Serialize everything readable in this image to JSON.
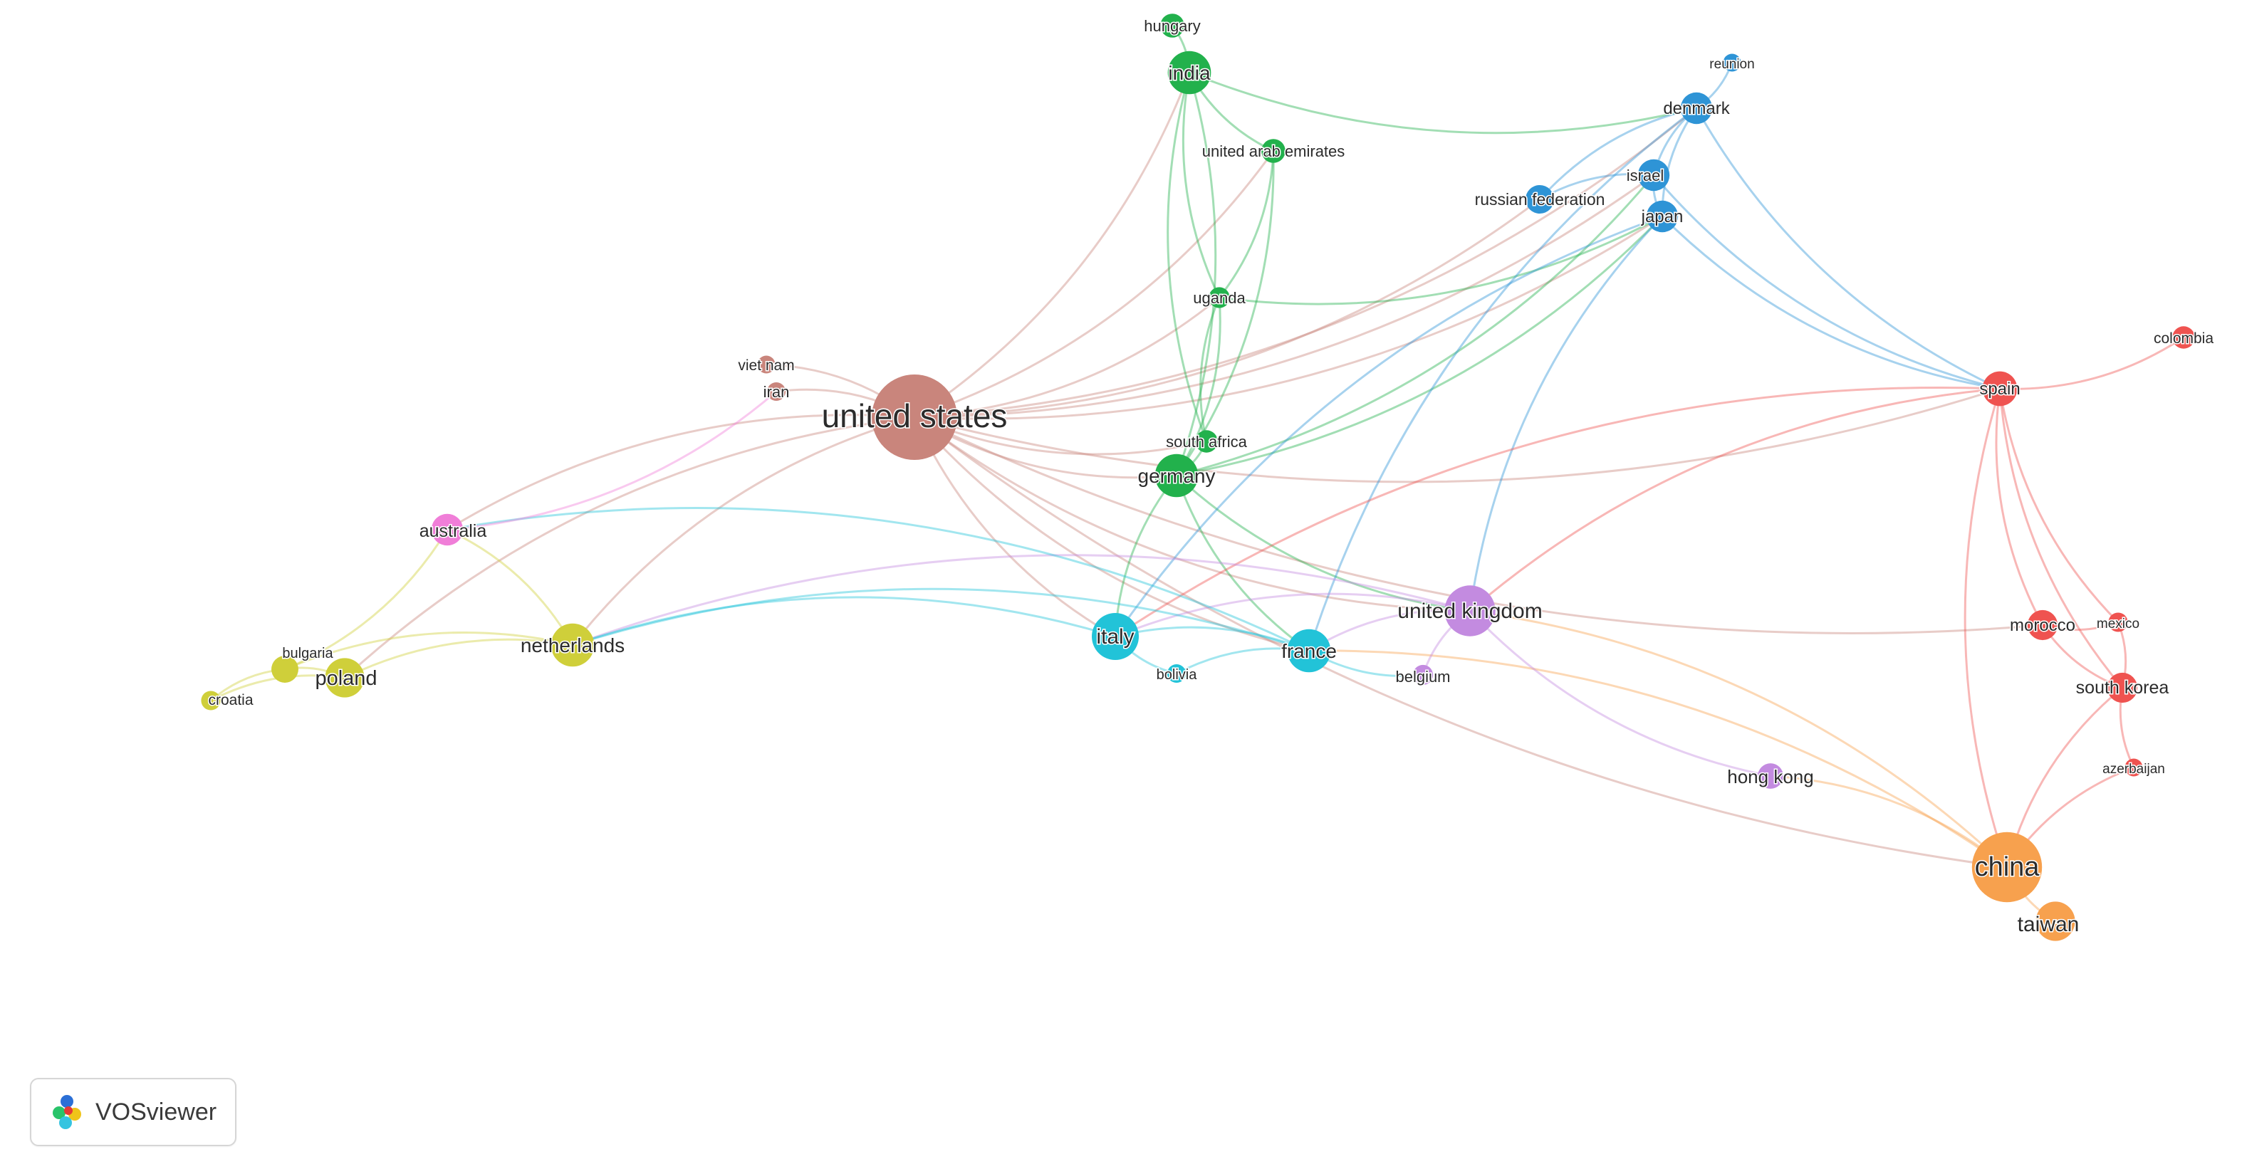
{
  "diagram": {
    "type": "co-authorship-network",
    "nodes": [
      {
        "id": "united-states",
        "label": "united states",
        "cluster": "brown",
        "weight": 10
      },
      {
        "id": "china",
        "label": "china",
        "cluster": "orange",
        "weight": 8
      },
      {
        "id": "taiwan",
        "label": "taiwan",
        "cluster": "orange",
        "weight": 4
      },
      {
        "id": "united-kingdom",
        "label": "united kingdom",
        "cluster": "purple",
        "weight": 5.5
      },
      {
        "id": "hong-kong",
        "label": "hong kong",
        "cluster": "purple",
        "weight": 2.2
      },
      {
        "id": "belgium",
        "label": "belgium",
        "cluster": "purple",
        "weight": 1.5
      },
      {
        "id": "italy",
        "label": "italy",
        "cluster": "cyan",
        "weight": 5
      },
      {
        "id": "france",
        "label": "france",
        "cluster": "cyan",
        "weight": 4.5
      },
      {
        "id": "bolivia",
        "label": "bolivia",
        "cluster": "cyan",
        "weight": 1.3
      },
      {
        "id": "germany",
        "label": "germany",
        "cluster": "green",
        "weight": 4.5
      },
      {
        "id": "south-africa",
        "label": "south africa",
        "cluster": "green",
        "weight": 1.8
      },
      {
        "id": "india",
        "label": "india",
        "cluster": "green",
        "weight": 4.5
      },
      {
        "id": "hungary",
        "label": "hungary",
        "cluster": "green",
        "weight": 2
      },
      {
        "id": "uae",
        "label": "united arab emirates",
        "cluster": "green",
        "weight": 2
      },
      {
        "id": "uganda",
        "label": "uganda",
        "cluster": "green",
        "weight": 1.6
      },
      {
        "id": "denmark",
        "label": "denmark",
        "cluster": "blue",
        "weight": 3
      },
      {
        "id": "reunion",
        "label": "reunion",
        "cluster": "blue",
        "weight": 1.2
      },
      {
        "id": "israel",
        "label": "israel",
        "cluster": "blue",
        "weight": 3
      },
      {
        "id": "japan",
        "label": "japan",
        "cluster": "blue",
        "weight": 3
      },
      {
        "id": "russia",
        "label": "russian federation",
        "cluster": "blue",
        "weight": 2.6
      },
      {
        "id": "spain",
        "label": "spain",
        "cluster": "red",
        "weight": 3.4
      },
      {
        "id": "colombia",
        "label": "colombia",
        "cluster": "red",
        "weight": 1.8
      },
      {
        "id": "morocco",
        "label": "morocco",
        "cluster": "red",
        "weight": 2.8
      },
      {
        "id": "mexico",
        "label": "mexico",
        "cluster": "red",
        "weight": 1.4
      },
      {
        "id": "south-korea",
        "label": "south korea",
        "cluster": "red",
        "weight": 2.8
      },
      {
        "id": "azerbaijan",
        "label": "azerbaijan",
        "cluster": "red",
        "weight": 1.2
      },
      {
        "id": "vietnam",
        "label": "viet nam",
        "cluster": "brown",
        "weight": 1.2
      },
      {
        "id": "iran",
        "label": "iran",
        "cluster": "brown",
        "weight": 1.3
      },
      {
        "id": "australia",
        "label": "australia",
        "cluster": "pink",
        "weight": 3
      },
      {
        "id": "netherlands",
        "label": "netherlands",
        "cluster": "olive",
        "weight": 4.5
      },
      {
        "id": "poland",
        "label": "poland",
        "cluster": "olive",
        "weight": 4
      },
      {
        "id": "bulgaria",
        "label": "bulgaria",
        "cluster": "olive",
        "weight": 2.4
      },
      {
        "id": "croatia",
        "label": "croatia",
        "cluster": "olive",
        "weight": 1.4
      }
    ],
    "edges": [
      [
        "united-states",
        "germany"
      ],
      [
        "united-states",
        "south-africa"
      ],
      [
        "united-states",
        "india"
      ],
      [
        "united-states",
        "uae"
      ],
      [
        "united-states",
        "denmark"
      ],
      [
        "united-states",
        "israel"
      ],
      [
        "united-states",
        "japan"
      ],
      [
        "united-states",
        "russia"
      ],
      [
        "united-states",
        "spain"
      ],
      [
        "united-states",
        "china"
      ],
      [
        "united-states",
        "united-kingdom"
      ],
      [
        "united-states",
        "france"
      ],
      [
        "united-states",
        "italy"
      ],
      [
        "united-states",
        "australia"
      ],
      [
        "united-states",
        "netherlands"
      ],
      [
        "united-states",
        "poland"
      ],
      [
        "united-states",
        "iran"
      ],
      [
        "united-states",
        "vietnam"
      ],
      [
        "united-states",
        "uganda"
      ],
      [
        "united-states",
        "morocco"
      ],
      [
        "germany",
        "italy"
      ],
      [
        "germany",
        "france"
      ],
      [
        "germany",
        "united-kingdom"
      ],
      [
        "germany",
        "india"
      ],
      [
        "germany",
        "uganda"
      ],
      [
        "germany",
        "uae"
      ],
      [
        "germany",
        "south-africa"
      ],
      [
        "germany",
        "japan"
      ],
      [
        "germany",
        "israel"
      ],
      [
        "india",
        "hungary"
      ],
      [
        "india",
        "uae"
      ],
      [
        "india",
        "uganda"
      ],
      [
        "india",
        "south-africa"
      ],
      [
        "india",
        "denmark"
      ],
      [
        "uganda",
        "south-africa"
      ],
      [
        "uganda",
        "japan"
      ],
      [
        "uganda",
        "uae"
      ],
      [
        "denmark",
        "reunion"
      ],
      [
        "denmark",
        "israel"
      ],
      [
        "denmark",
        "japan"
      ],
      [
        "denmark",
        "russia"
      ],
      [
        "denmark",
        "spain"
      ],
      [
        "denmark",
        "france"
      ],
      [
        "israel",
        "japan"
      ],
      [
        "israel",
        "russia"
      ],
      [
        "japan",
        "spain"
      ],
      [
        "japan",
        "italy"
      ],
      [
        "japan",
        "united-kingdom"
      ],
      [
        "israel",
        "spain"
      ],
      [
        "spain",
        "colombia"
      ],
      [
        "spain",
        "morocco"
      ],
      [
        "spain",
        "mexico"
      ],
      [
        "spain",
        "south-korea"
      ],
      [
        "spain",
        "united-kingdom"
      ],
      [
        "spain",
        "italy"
      ],
      [
        "spain",
        "china"
      ],
      [
        "morocco",
        "mexico"
      ],
      [
        "morocco",
        "south-korea"
      ],
      [
        "south-korea",
        "mexico"
      ],
      [
        "south-korea",
        "azerbaijan"
      ],
      [
        "south-korea",
        "china"
      ],
      [
        "azerbaijan",
        "china"
      ],
      [
        "china",
        "taiwan"
      ],
      [
        "china",
        "united-kingdom"
      ],
      [
        "china",
        "hong-kong"
      ],
      [
        "china",
        "france"
      ],
      [
        "united-kingdom",
        "hong-kong"
      ],
      [
        "united-kingdom",
        "france"
      ],
      [
        "united-kingdom",
        "belgium"
      ],
      [
        "united-kingdom",
        "italy"
      ],
      [
        "united-kingdom",
        "netherlands"
      ],
      [
        "france",
        "italy"
      ],
      [
        "france",
        "bolivia"
      ],
      [
        "italy",
        "bolivia"
      ],
      [
        "france",
        "belgium"
      ],
      [
        "france",
        "netherlands"
      ],
      [
        "italy",
        "netherlands"
      ],
      [
        "france",
        "australia"
      ],
      [
        "netherlands",
        "poland"
      ],
      [
        "netherlands",
        "australia"
      ],
      [
        "netherlands",
        "bulgaria"
      ],
      [
        "poland",
        "bulgaria"
      ],
      [
        "poland",
        "croatia"
      ],
      [
        "bulgaria",
        "croatia"
      ],
      [
        "bulgaria",
        "australia"
      ],
      [
        "australia",
        "iran"
      ]
    ]
  },
  "colors": {
    "brown": "#c9857c",
    "orange": "#f7a14e",
    "purple": "#c38be0",
    "cyan": "#22c3d8",
    "green": "#22b14c",
    "blue": "#2e94d6",
    "red": "#ef5350",
    "pink": "#f07ed8",
    "olive": "#cfcf3a"
  },
  "badge": {
    "label": "VOSviewer",
    "icon": "vosviewer-logo-icon"
  }
}
